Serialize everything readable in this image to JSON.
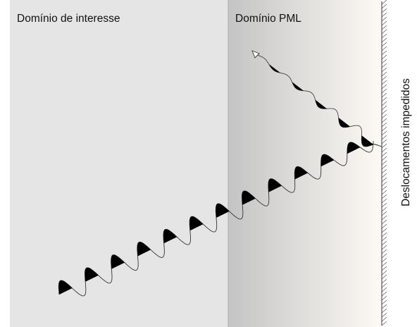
{
  "labels": {
    "domain_interest": "Domínio de interesse",
    "domain_pml": "Domínio PML",
    "fixed_boundary": "Deslocamentos impedidos"
  },
  "colors": {
    "interest_region": "#e5e5e5",
    "pml_gradient_start": "#c4c4c4",
    "pml_gradient_end": "#fdfaf5",
    "wave_stroke": "#333333",
    "wave_fill": "#000000",
    "hatch": "#555555"
  }
}
